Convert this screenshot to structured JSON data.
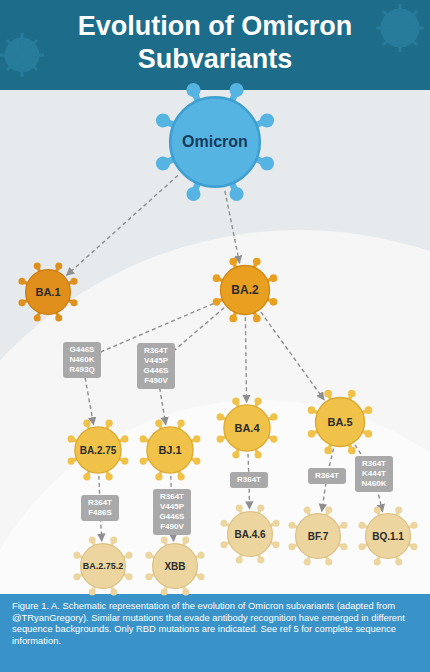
{
  "diagram": {
    "title": "Evolution of Omicron Subvariants",
    "caption": "Figure 1. A. Schematic representation of the evolution of Omicron subvariants (adapted from @TRyanGregory). Similar mutations that evade antibody recognition have emerged in different sequence backgrounds. Only RBD mutations are indicated. See ref 5 for complete sequence information.",
    "nodes": [
      {
        "text": [
          "Omicron"
        ]
      },
      {
        "text": [
          "BA.1"
        ]
      },
      {
        "text": [
          "BA.2"
        ]
      },
      {
        "text": [
          "BA.2.75"
        ]
      },
      {
        "text": [
          "BJ.1"
        ]
      },
      {
        "text": [
          "BA.4"
        ]
      },
      {
        "text": [
          "BA.5"
        ]
      },
      {
        "text": [
          "BA.2.75.2"
        ]
      },
      {
        "text": [
          "XBB"
        ]
      },
      {
        "text": [
          "BA.4.6"
        ]
      },
      {
        "text": [
          "BF.7"
        ]
      },
      {
        "text": [
          "BQ.1.1"
        ]
      }
    ],
    "edges": [
      {
        "from": 0,
        "to": 1,
        "arrow": "to"
      },
      {
        "from": 0,
        "to": 2,
        "arrow": "to"
      },
      {
        "from": 2,
        "to": 3,
        "label": "G446S N460K R493Q",
        "arrow": "to"
      },
      {
        "from": 2,
        "to": 4,
        "label": "R364T V445P G446S F490V",
        "arrow": "to"
      },
      {
        "from": 2,
        "to": 5,
        "arrow": "to"
      },
      {
        "from": 2,
        "to": 6,
        "arrow": "to"
      },
      {
        "from": 3,
        "to": 7,
        "label": "R364T F486S",
        "arrow": "to"
      },
      {
        "from": 4,
        "to": 8,
        "label": "R364T V445P G446S F490V",
        "arrow": "to"
      },
      {
        "from": 5,
        "to": 9,
        "label": "R364T",
        "arrow": "to"
      },
      {
        "from": 6,
        "to": 10,
        "label": "R364T",
        "arrow": "to"
      },
      {
        "from": 6,
        "to": 11,
        "label": "R364T K444T N460K",
        "arrow": "to"
      }
    ]
  }
}
